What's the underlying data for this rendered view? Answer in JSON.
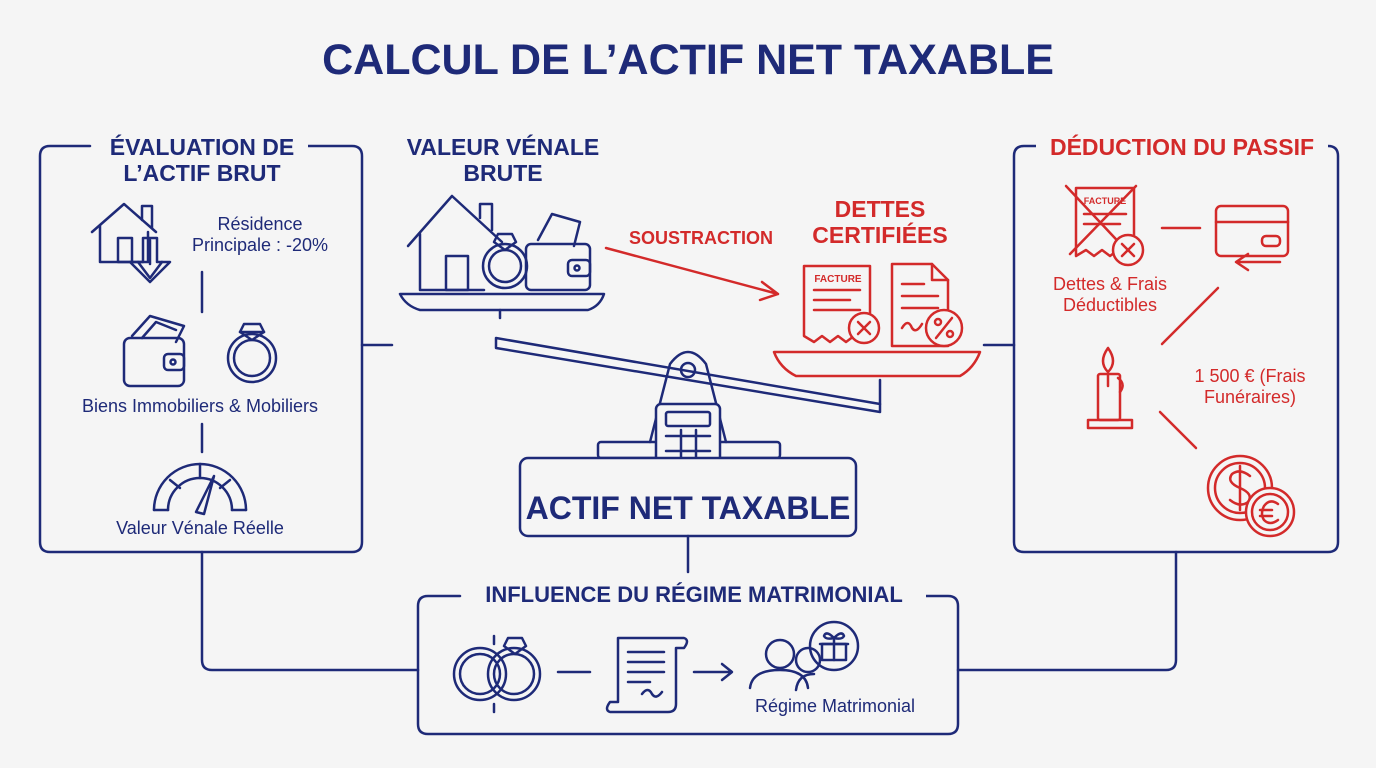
{
  "title": "CALCUL DE L’ACTIF NET TAXABLE",
  "left_panel": {
    "title_line1": "ÉVALUATION DE",
    "title_line2": "L’ACTIF BRUT",
    "residence_line1": "Résidence",
    "residence_line2": "Principale : -20%",
    "biens": "Biens Immobiliers & Mobiliers",
    "valeur": "Valeur Vénale Réelle"
  },
  "center": {
    "valeur_line1": "VALEUR VÉNALE",
    "valeur_line2": "BRUTE",
    "soustraction": "SOUSTRACTION",
    "dettes_line1": "DETTES",
    "dettes_line2": "CERTIFIÉES",
    "facture_label": "FACTURE",
    "result": "ACTIF NET TAXABLE"
  },
  "right_panel": {
    "title": "DÉDUCTION DU PASSIF",
    "facture_label": "FACTURE",
    "dettes_line1": "Dettes & Frais",
    "dettes_line2": "Déductibles",
    "frais_line1": "1 500 € (Frais",
    "frais_line2": "Funéraires)"
  },
  "bottom_panel": {
    "title": "INFLUENCE DU RÉGIME MATRIMONIAL",
    "label": "Régime Matrimonial"
  },
  "colors": {
    "navy": "#1e2a78",
    "red": "#d32a2a",
    "background": "#f5f5f5"
  }
}
